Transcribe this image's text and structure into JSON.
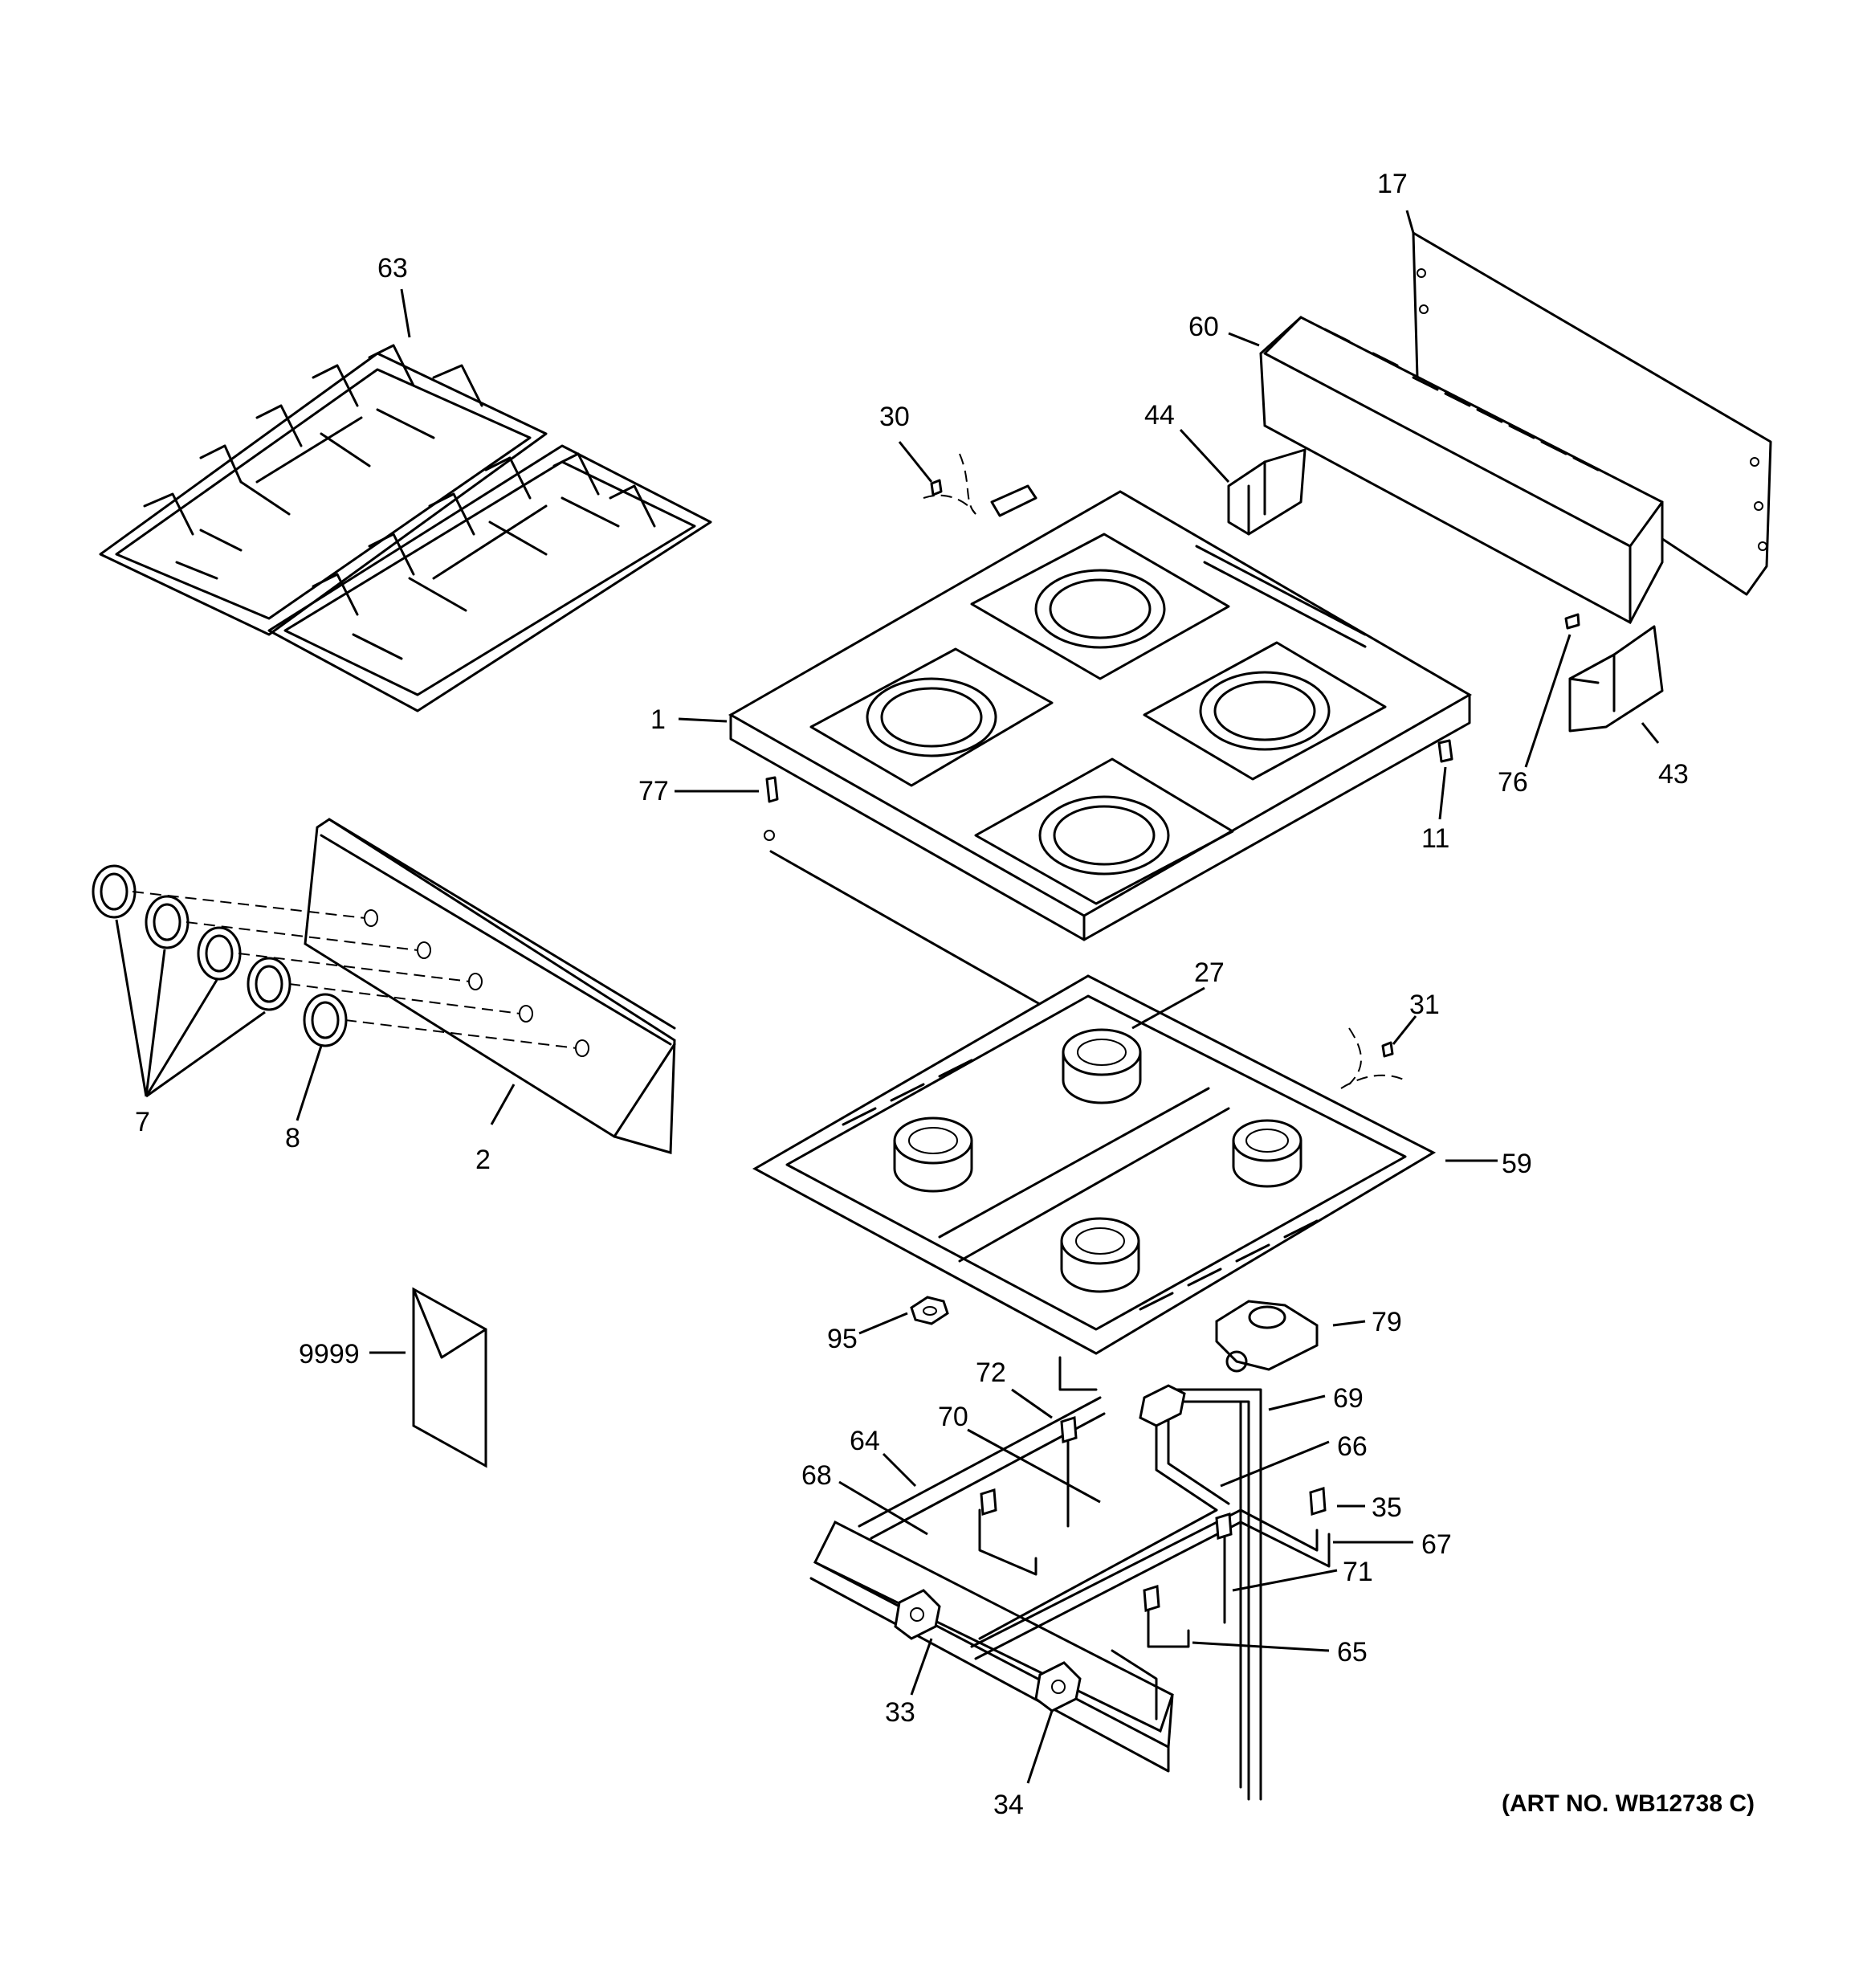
{
  "diagram": {
    "art_number": "(ART NO. WB12738 C)",
    "callouts": {
      "c63": "63",
      "c17": "17",
      "c60": "60",
      "c30": "30",
      "c44": "44",
      "c1": "1",
      "c77": "77",
      "c11": "11",
      "c76": "76",
      "c43": "43",
      "c7": "7",
      "c8": "8",
      "c2": "2",
      "c27": "27",
      "c31": "31",
      "c59": "59",
      "c9999": "9999",
      "c95": "95",
      "c79": "79",
      "c72": "72",
      "c70": "70",
      "c69": "69",
      "c64": "64",
      "c66": "66",
      "c68": "68",
      "c35": "35",
      "c67": "67",
      "c71": "71",
      "c65": "65",
      "c33": "33",
      "c34": "34"
    }
  }
}
